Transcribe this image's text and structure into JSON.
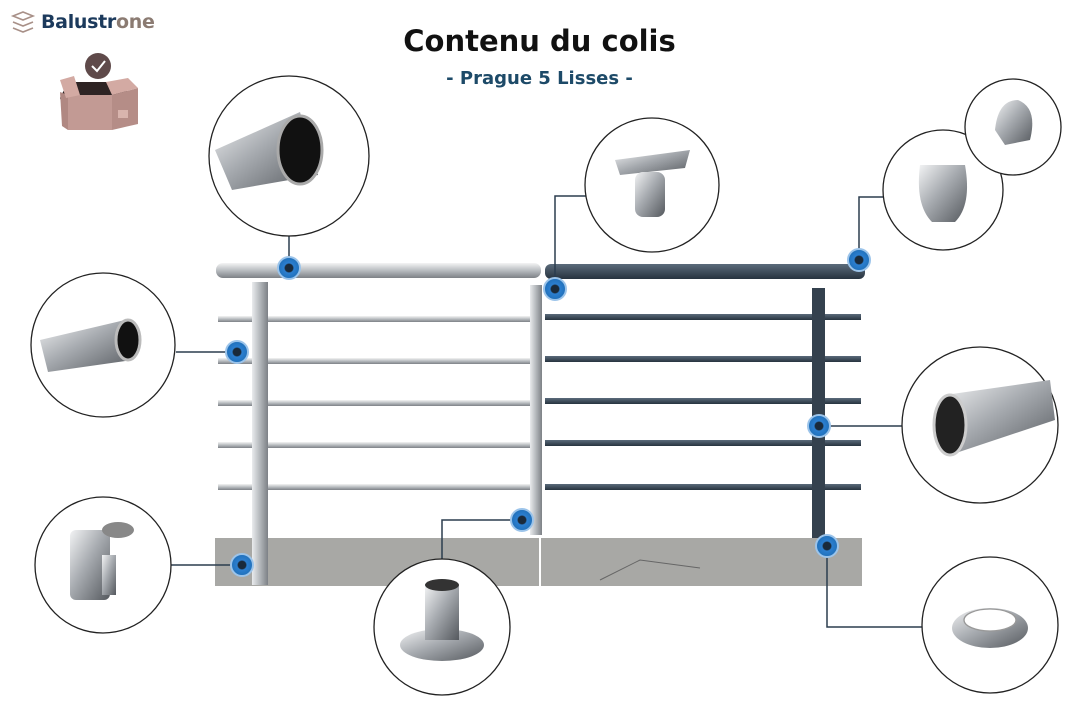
{
  "brand": {
    "name_part1": "Balustr",
    "name_part2": "one"
  },
  "header": {
    "title": "Contenu du colis",
    "subtitle": "- Prague 5 Lisses -"
  },
  "colors": {
    "accent": "#1f6fb8",
    "title": "#111111",
    "subtitle": "#1d4a68",
    "dark_railing": "#3a4a5a",
    "line": "#2b3d4f"
  },
  "components": [
    {
      "id": "main-handrail-tube",
      "icon": "round-tube"
    },
    {
      "id": "infill-bar-tube",
      "icon": "small-tube"
    },
    {
      "id": "side-mount-bracket",
      "icon": "bracket"
    },
    {
      "id": "floor-mount-base",
      "icon": "base-flange"
    },
    {
      "id": "handrail-support",
      "icon": "saddle-support"
    },
    {
      "id": "end-caps",
      "icon": "end-cap"
    },
    {
      "id": "slotted-post",
      "icon": "post-profile"
    },
    {
      "id": "cover-ring",
      "icon": "ring"
    }
  ]
}
